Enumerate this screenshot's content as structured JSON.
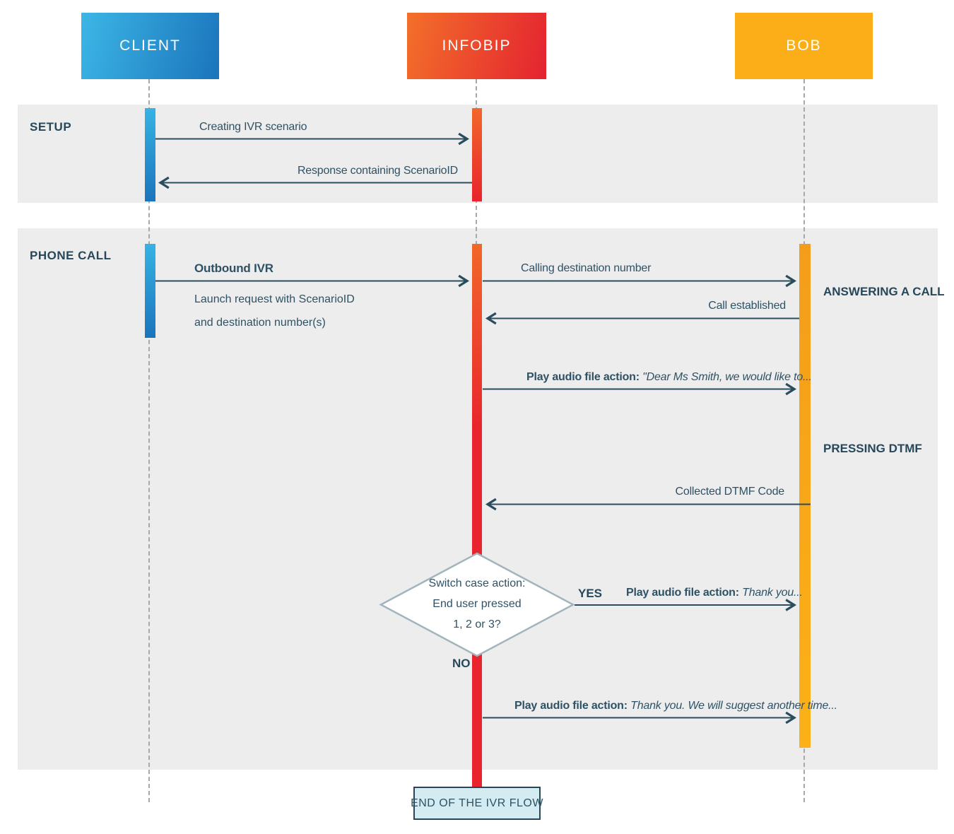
{
  "actors": {
    "client": "CLIENT",
    "infobip": "INFOBIP",
    "bob": "BOB"
  },
  "sections": {
    "setup": "SETUP",
    "phone_call": "PHONE CALL"
  },
  "setup_msgs": {
    "creating_ivr": "Creating IVR scenario",
    "response_scenario": "Response containing ScenarioID"
  },
  "phone_msgs": {
    "outbound_title": "Outbound IVR",
    "outbound_desc1": "Launch request with ScenarioID",
    "outbound_desc2": "and destination number(s)",
    "calling_destination": "Calling destination number",
    "answering_call": "ANSWERING A CALL",
    "call_established": "Call established",
    "play_dear_bold": "Play audio file action:",
    "play_dear_italic": "\"Dear Ms Smith, we would like to...",
    "pressing_dtmf": "PRESSING DTMF",
    "collected_dtmf": "Collected DTMF Code",
    "decision_line1": "Switch case action:",
    "decision_line2": "End user pressed",
    "decision_line3": "1, 2 or 3?",
    "yes_label": "YES",
    "no_label": "NO",
    "play_thanks_bold": "Play audio file action:",
    "play_thanks_italic": "Thank you...",
    "play_suggest_bold": "Play audio file action:",
    "play_suggest_italic": "Thank you. We will suggest another time..."
  },
  "end_box_label": "END OF THE IVR FLOW",
  "colors": {
    "client_gradient_start": "#3CB6E6",
    "client_gradient_end": "#1B74BB",
    "infobip_gradient_start": "#F3702A",
    "infobip_gradient_end": "#E42330",
    "bob_yellow": "#FBAE17",
    "panel_gray": "#EDEDEE",
    "text_navy": "#2A4D5E",
    "end_box_fill": "#D4EBF2",
    "diamond_border": "#A3B5BC"
  }
}
